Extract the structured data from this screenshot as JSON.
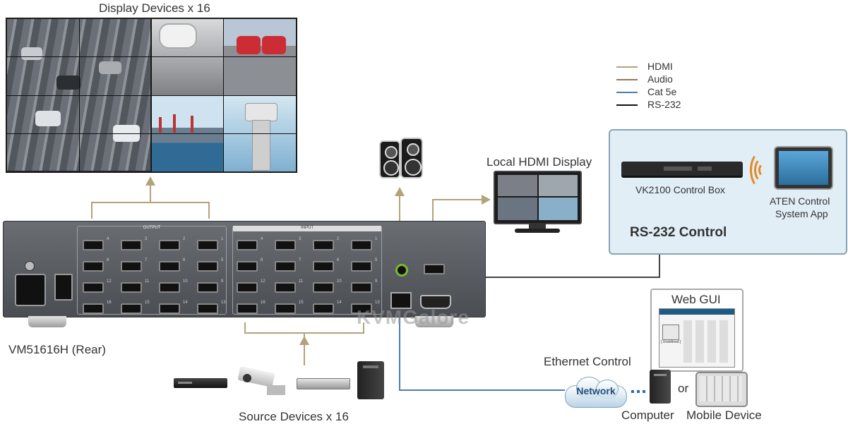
{
  "labels": {
    "display_devices": "Display Devices x 16",
    "local_hdmi_display": "Local HDMI Display",
    "vk2100": "VK2100 Control Box",
    "aten_app_line1": "ATEN Control",
    "aten_app_line2": "System App",
    "rs232_control": "RS-232 Control",
    "device_rear": "VM51616H (Rear)",
    "web_gui": "Web GUI",
    "ethernet_control": "Ethernet Control",
    "network": "Network",
    "or": "or",
    "computer": "Computer",
    "mobile_device": "Mobile Device",
    "source_devices": "Source Devices x 16",
    "watermark": "KVMGalore",
    "output_panel": "OUTPUT",
    "input_panel": "INPUT",
    "web_gui_undefined": "[ Undefined ]"
  },
  "legend": [
    {
      "name": "HDMI",
      "color": "#b3a27b"
    },
    {
      "name": "Audio",
      "color": "#8c7a5b"
    },
    {
      "name": "Cat 5e",
      "color": "#4a7db5"
    },
    {
      "name": "RS-232",
      "color": "#111111"
    }
  ],
  "port_numbers": {
    "output": [
      "4",
      "3",
      "2",
      "1",
      "8",
      "7",
      "6",
      "5",
      "12",
      "11",
      "10",
      "9",
      "16",
      "15",
      "14",
      "13"
    ],
    "input": [
      "4",
      "3",
      "2",
      "1",
      "8",
      "7",
      "6",
      "5",
      "12",
      "11",
      "10",
      "9",
      "16",
      "15",
      "14",
      "13"
    ]
  },
  "colors": {
    "hdmi_line": "#b3a27b",
    "cat5e_line": "#4a7db5",
    "rs232_line": "#444444",
    "control_panel_bg": "#e1eef6",
    "control_panel_border": "#8aa3b5",
    "chassis": "#5a5e63"
  }
}
